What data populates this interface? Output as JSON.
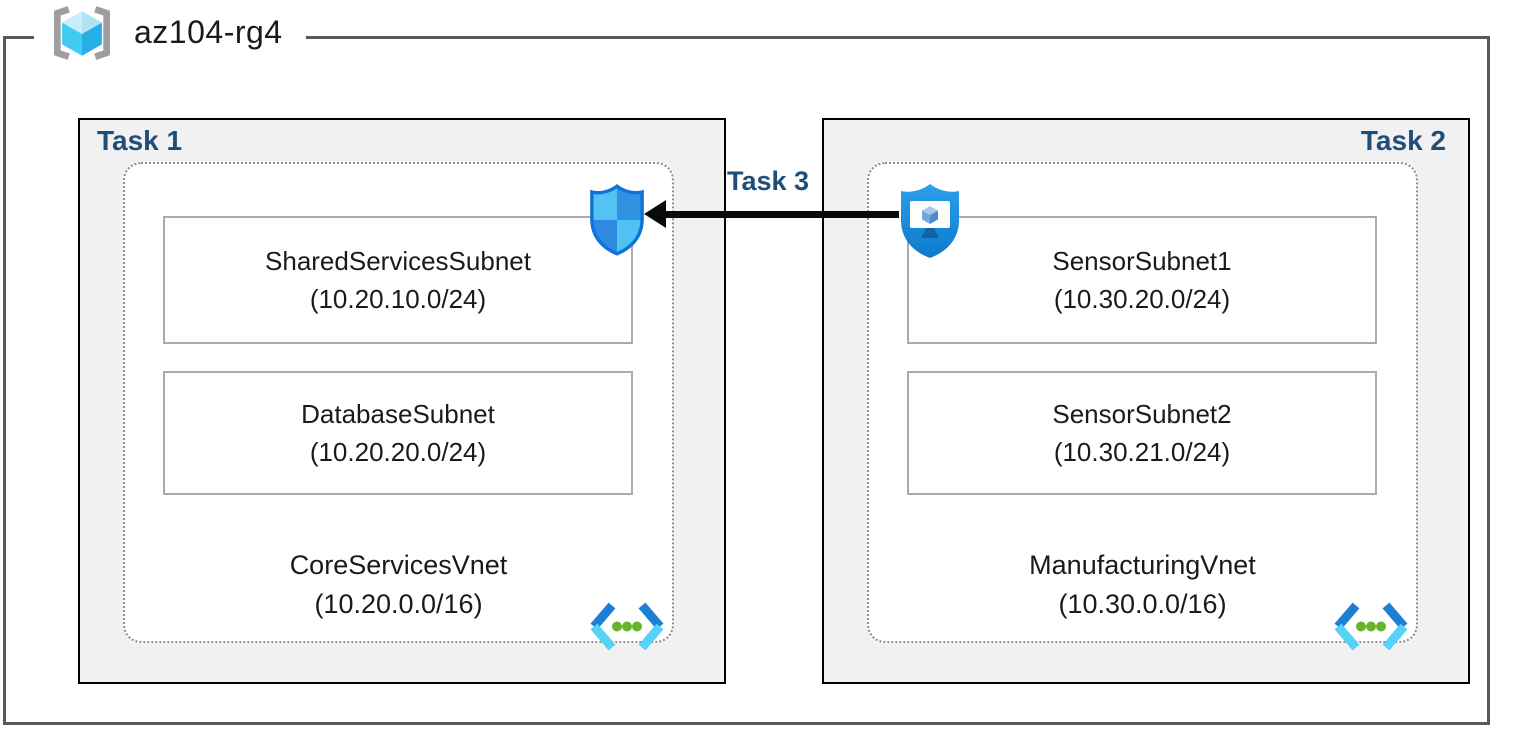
{
  "resource_group": {
    "name": "az104-rg4"
  },
  "labels": {
    "task1": "Task 1",
    "task2": "Task 2",
    "task3": "Task 3"
  },
  "vnets": [
    {
      "name": "CoreServicesVnet",
      "cidr": "(10.20.0.0/16)",
      "subnets": [
        {
          "name": "SharedServicesSubnet",
          "cidr": "(10.20.10.0/24)"
        },
        {
          "name": "DatabaseSubnet",
          "cidr": "(10.20.20.0/24)"
        }
      ]
    },
    {
      "name": "ManufacturingVnet",
      "cidr": "(10.30.0.0/16)",
      "subnets": [
        {
          "name": "SensorSubnet1",
          "cidr": "(10.30.20.0/24)"
        },
        {
          "name": "SensorSubnet2",
          "cidr": "(10.30.21.0/24)"
        }
      ]
    }
  ],
  "icons": {
    "resource_group": "resource-group-cube-icon",
    "nsg": "network-security-group-shield-icon",
    "bastion": "shield-monitor-icon",
    "vnet": "virtual-network-chevrons-icon",
    "arrow": "left-arrow-connector"
  },
  "colors": {
    "task_label": "#1f4e79",
    "task_box_bg": "#f1f1f1",
    "task_box_border": "#000000",
    "frame_border": "#595959",
    "dashed_border": "#8c8c8c",
    "subnet_border": "#ababab",
    "arrow": "#0a0a0a",
    "azure_blue": "#1b93e8",
    "vnet_chevron_dark": "#1d7fd4",
    "vnet_chevron_light": "#54d2f8",
    "vnet_dot_green": "#67b32e"
  }
}
